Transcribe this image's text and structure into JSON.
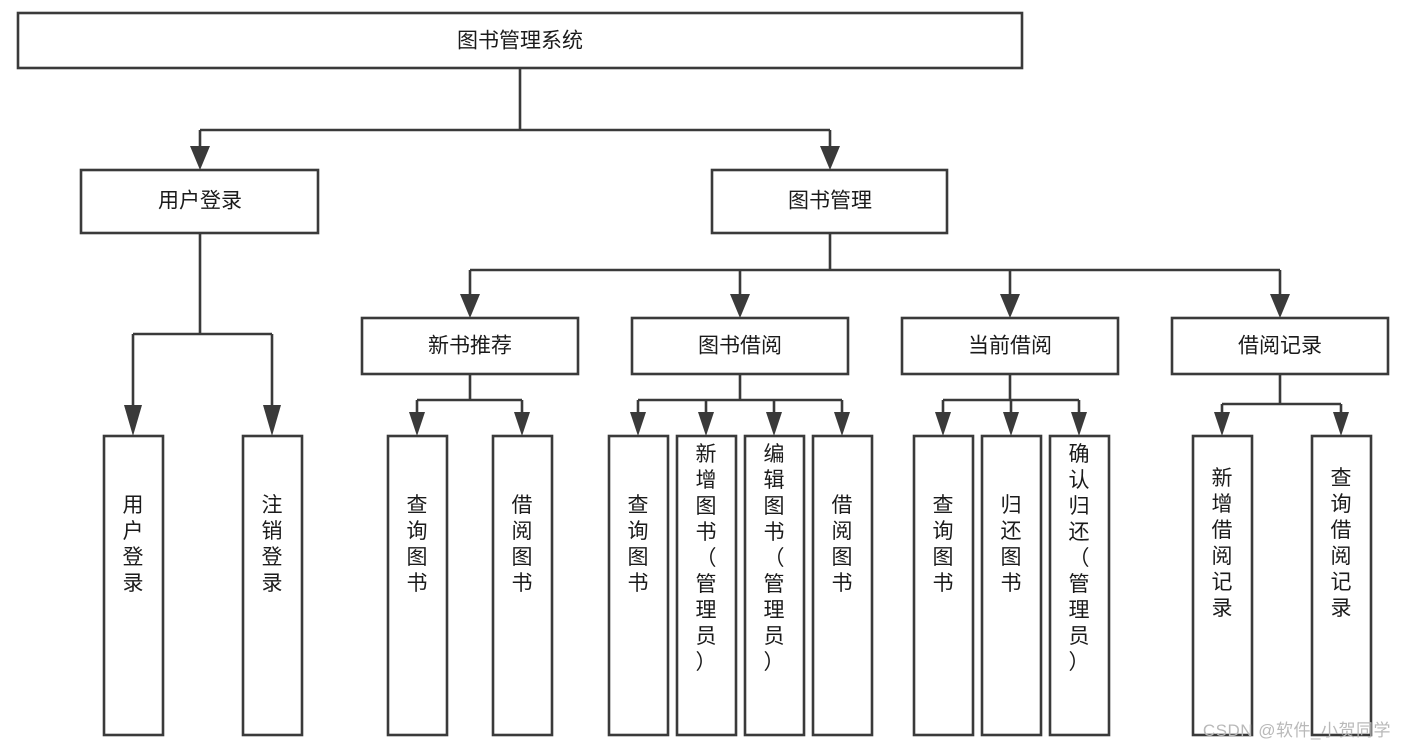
{
  "diagram": {
    "type": "tree-hierarchy",
    "title": "图书管理系统",
    "watermark": "CSDN @软件_小贺同学",
    "levels": {
      "root": {
        "id": "root",
        "label": "图书管理系统",
        "orientation": "horizontal"
      },
      "level2": [
        {
          "id": "user-login",
          "label": "用户登录",
          "orientation": "horizontal"
        },
        {
          "id": "book-management",
          "label": "图书管理",
          "orientation": "horizontal"
        }
      ],
      "level3": [
        {
          "id": "new-book-recommend",
          "label": "新书推荐",
          "parent": "book-management",
          "orientation": "horizontal"
        },
        {
          "id": "book-borrow",
          "label": "图书借阅",
          "parent": "book-management",
          "orientation": "horizontal"
        },
        {
          "id": "current-borrow",
          "label": "当前借阅",
          "parent": "book-management",
          "orientation": "horizontal"
        },
        {
          "id": "borrow-record",
          "label": "借阅记录",
          "parent": "book-management",
          "orientation": "horizontal"
        }
      ],
      "leaves": [
        {
          "id": "leaf-user-login",
          "label": "用户登录",
          "parent": "user-login",
          "orientation": "vertical"
        },
        {
          "id": "leaf-user-logout",
          "label": "注销登录",
          "parent": "user-login",
          "orientation": "vertical"
        },
        {
          "id": "leaf-query-book-1",
          "label": "查询图书",
          "parent": "new-book-recommend",
          "orientation": "vertical"
        },
        {
          "id": "leaf-borrow-book-1",
          "label": "借阅图书",
          "parent": "new-book-recommend",
          "orientation": "vertical"
        },
        {
          "id": "leaf-query-book-2",
          "label": "查询图书",
          "parent": "book-borrow",
          "orientation": "vertical"
        },
        {
          "id": "leaf-add-book",
          "label": "新增图书（管理员）",
          "parent": "book-borrow",
          "orientation": "vertical"
        },
        {
          "id": "leaf-edit-book",
          "label": "编辑图书（管理员）",
          "parent": "book-borrow",
          "orientation": "vertical"
        },
        {
          "id": "leaf-borrow-book-2",
          "label": "借阅图书",
          "parent": "book-borrow",
          "orientation": "vertical"
        },
        {
          "id": "leaf-query-book-3",
          "label": "查询图书",
          "parent": "current-borrow",
          "orientation": "vertical"
        },
        {
          "id": "leaf-return-book",
          "label": "归还图书",
          "parent": "current-borrow",
          "orientation": "vertical"
        },
        {
          "id": "leaf-confirm-return",
          "label": "确认归还（管理员）",
          "parent": "current-borrow",
          "orientation": "vertical"
        },
        {
          "id": "leaf-add-record",
          "label": "新增借阅记录",
          "parent": "borrow-record",
          "orientation": "vertical"
        },
        {
          "id": "leaf-query-record",
          "label": "查询借阅记录",
          "parent": "borrow-record",
          "orientation": "vertical"
        }
      ]
    },
    "colors": {
      "stroke": "#3a3a3a",
      "fill": "#ffffff",
      "text": "#1b1b1b",
      "watermark": "#b9b9b9"
    }
  }
}
